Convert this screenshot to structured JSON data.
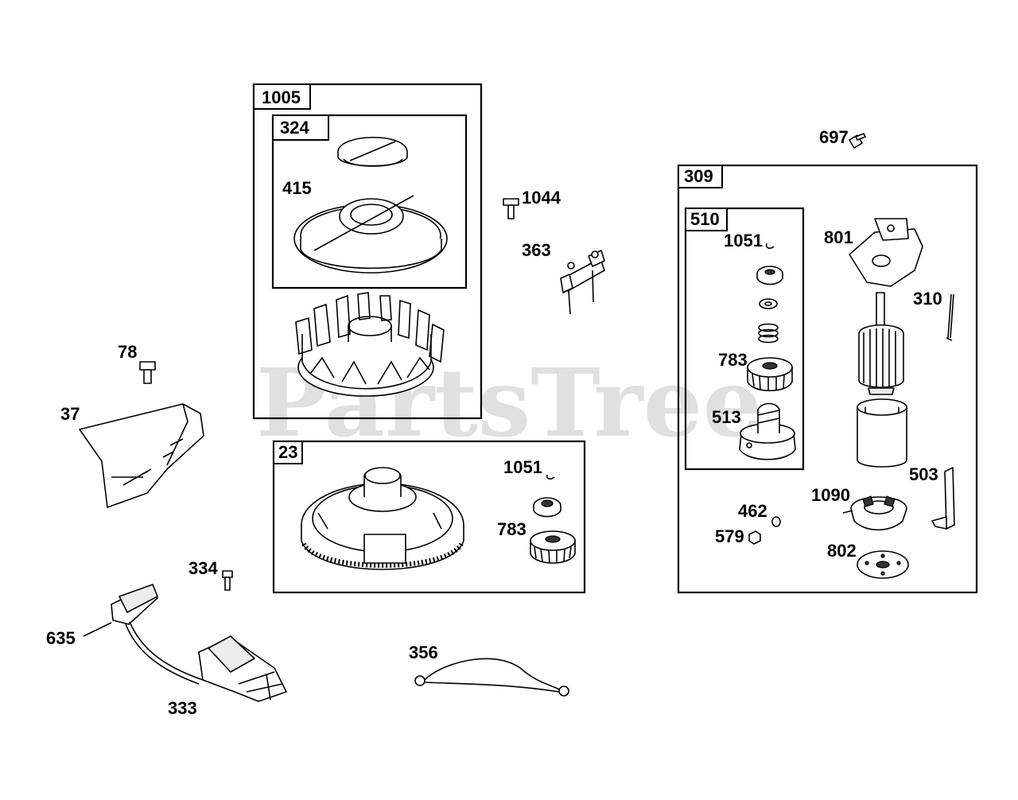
{
  "watermark": "PartsTree",
  "colors": {
    "line": "#000000",
    "watermark": "#c8c8c8",
    "background": "#ffffff"
  },
  "groups": {
    "g1005": "1005",
    "g324": "324",
    "g23": "23",
    "g309": "309",
    "g510": "510"
  },
  "parts": {
    "p415": "415",
    "p1044": "1044",
    "p363": "363",
    "p78": "78",
    "p37": "37",
    "p1051a": "1051",
    "p783a": "783",
    "p334": "334",
    "p635": "635",
    "p333": "333",
    "p356": "356",
    "p697": "697",
    "p1051b": "1051",
    "p783b": "783",
    "p513": "513",
    "p801": "801",
    "p310": "310",
    "p503": "503",
    "p462": "462",
    "p579": "579",
    "p1090": "1090",
    "p802": "802"
  }
}
